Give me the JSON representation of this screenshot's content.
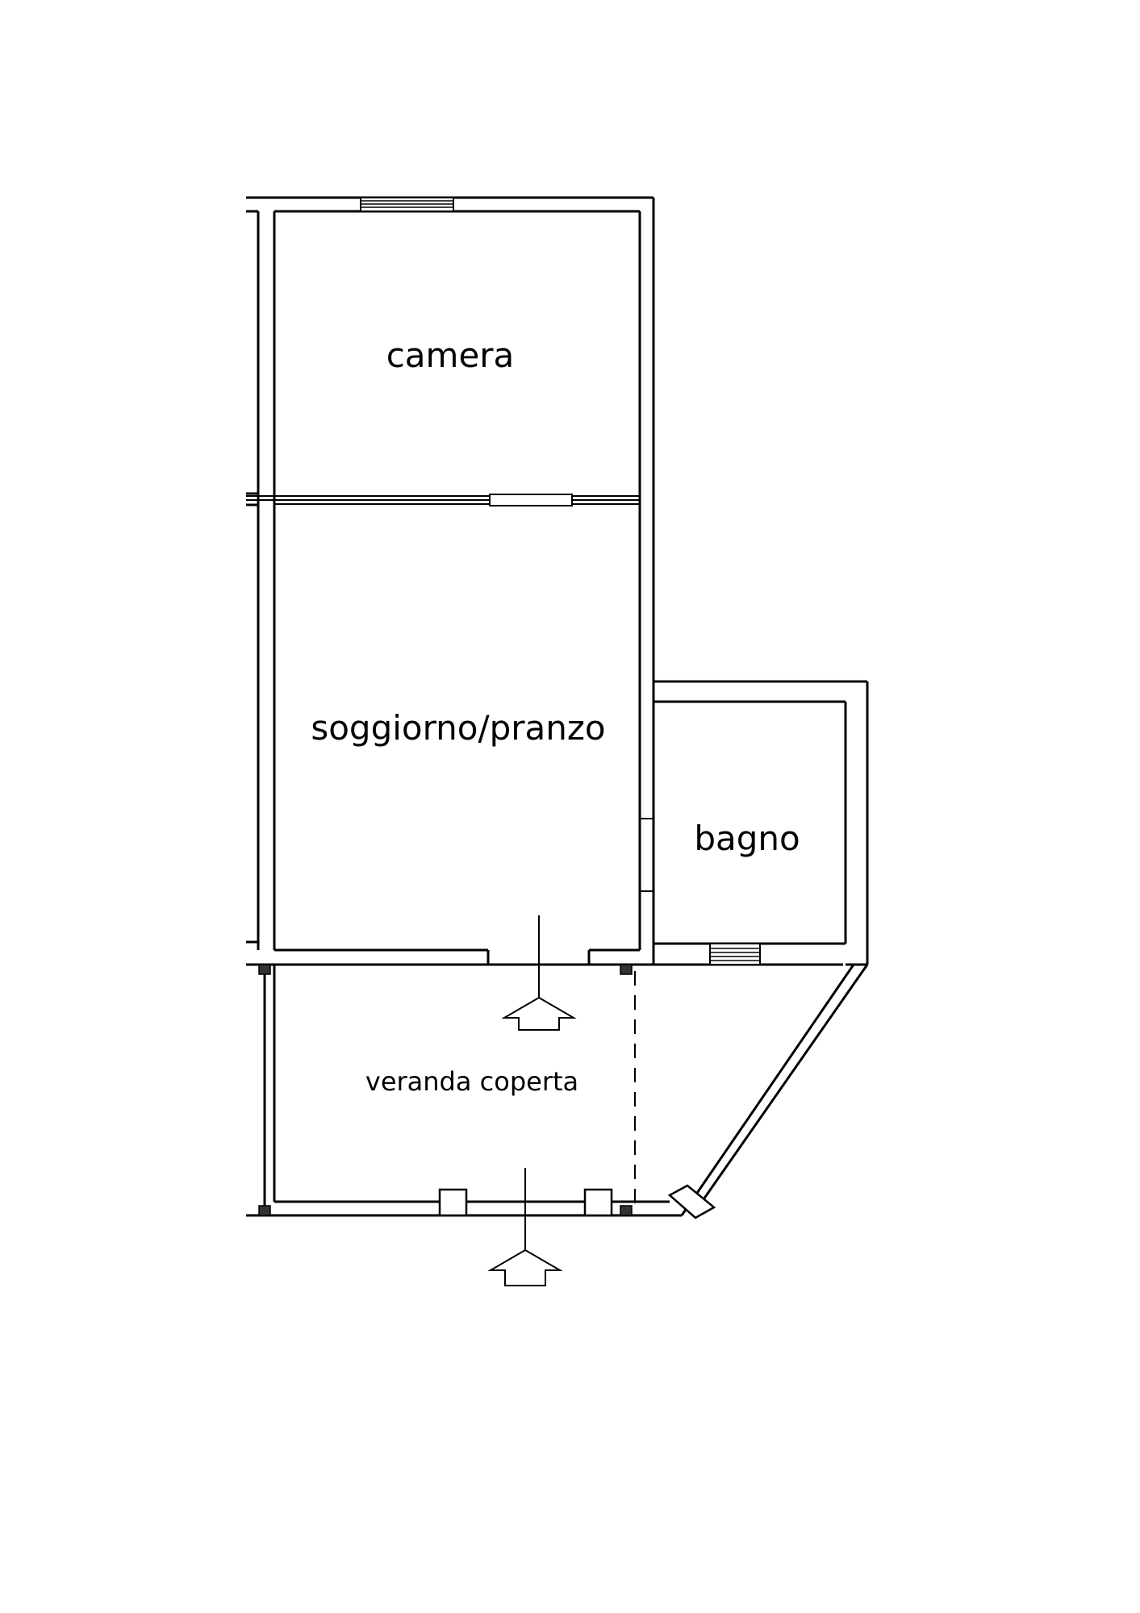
{
  "rooms": {
    "camera": "camera",
    "soggiorno": "soggiorno/pranzo",
    "bagno": "bagno",
    "veranda": "veranda coperta"
  },
  "colors": {
    "line": "#000000",
    "background": "#ffffff",
    "pillar": "#333333"
  }
}
